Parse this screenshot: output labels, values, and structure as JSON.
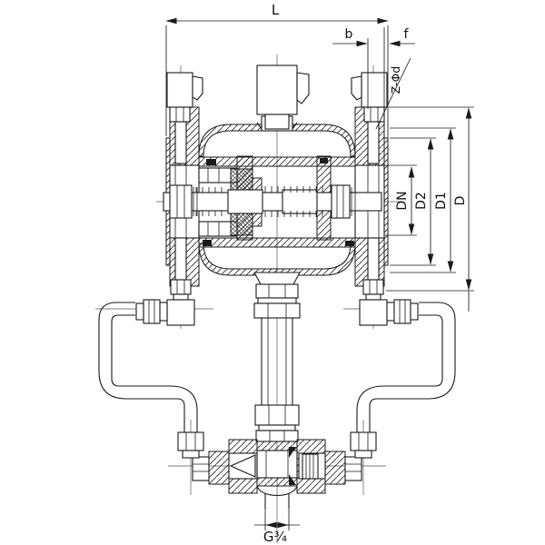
{
  "drawing": {
    "kind": "valve-sectional-technical-drawing",
    "colors": {
      "line": "#1a1a1a",
      "background": "#ffffff"
    }
  },
  "labels": {
    "overall_length": "L",
    "flange_thickness": "b",
    "raised_face_height": "f",
    "bolt_holes": "Z-Φd",
    "nominal_diameter": "DN",
    "raised_face_diameter": "D2",
    "bolt_circle_diameter": "D1",
    "flange_outer_diameter": "D",
    "bottom_connection_thread": "G¾"
  }
}
